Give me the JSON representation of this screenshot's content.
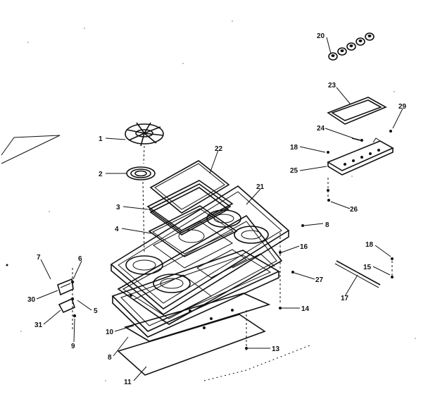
{
  "callouts": [
    {
      "id": "c1",
      "text": "1"
    },
    {
      "id": "c2",
      "text": "2"
    },
    {
      "id": "c3",
      "text": "3"
    },
    {
      "id": "c4",
      "text": "4"
    },
    {
      "id": "c5",
      "text": "5"
    },
    {
      "id": "c6",
      "text": "6"
    },
    {
      "id": "c7",
      "text": "7"
    },
    {
      "id": "c8",
      "text": "8"
    },
    {
      "id": "c8b",
      "text": "8"
    },
    {
      "id": "c9",
      "text": "9"
    },
    {
      "id": "c10",
      "text": "10"
    },
    {
      "id": "c11",
      "text": "11"
    },
    {
      "id": "c13",
      "text": "13"
    },
    {
      "id": "c14",
      "text": "14"
    },
    {
      "id": "c15",
      "text": "15"
    },
    {
      "id": "c15b",
      "text": "15"
    },
    {
      "id": "c16",
      "text": "16"
    },
    {
      "id": "c17",
      "text": "17"
    },
    {
      "id": "c18",
      "text": "18"
    },
    {
      "id": "c18b",
      "text": "18"
    },
    {
      "id": "c20",
      "text": "20"
    },
    {
      "id": "c21",
      "text": "21"
    },
    {
      "id": "c22",
      "text": "22"
    },
    {
      "id": "c23",
      "text": "23"
    },
    {
      "id": "c24",
      "text": "24"
    },
    {
      "id": "c25",
      "text": "25"
    },
    {
      "id": "c26",
      "text": "26"
    },
    {
      "id": "c27",
      "text": "27"
    },
    {
      "id": "c29",
      "text": "29"
    },
    {
      "id": "c30",
      "text": "30"
    },
    {
      "id": "c31",
      "text": "31"
    }
  ]
}
